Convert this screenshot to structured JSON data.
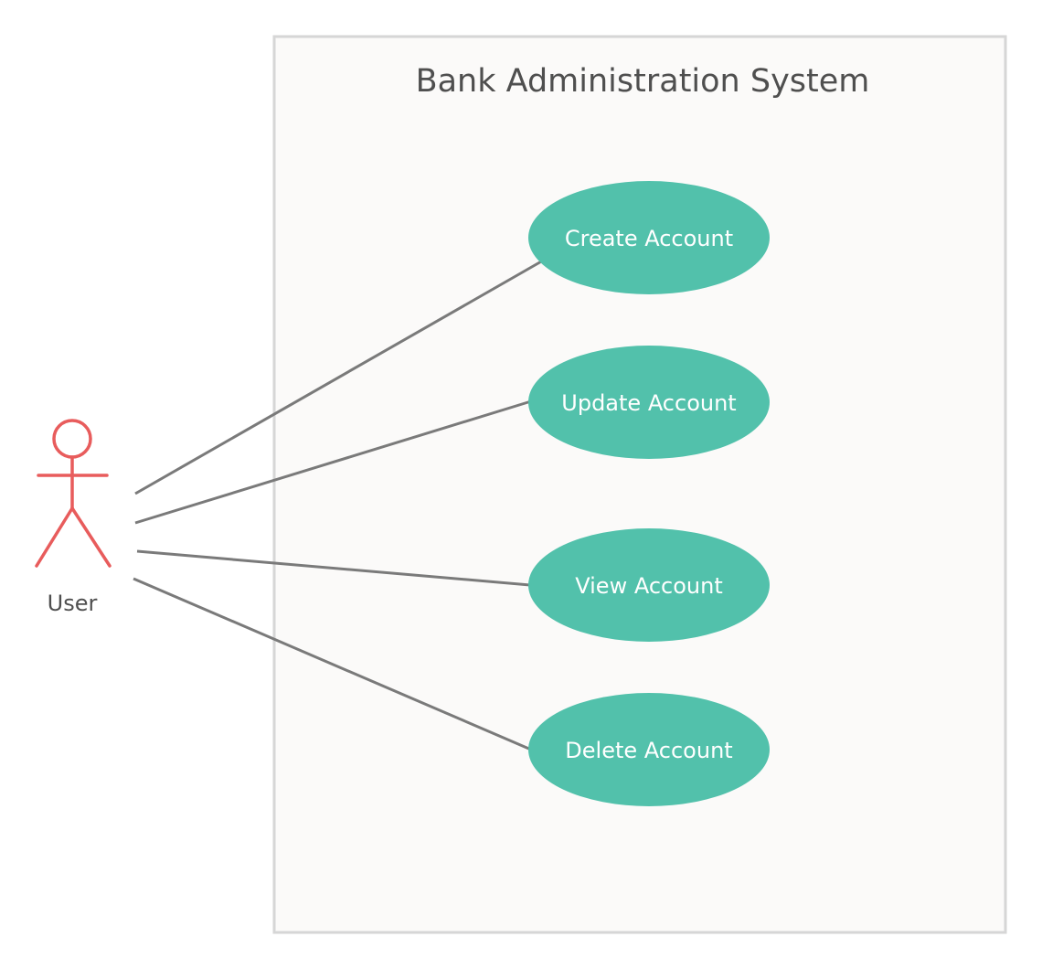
{
  "system": {
    "title": "Bank Administration System"
  },
  "actor": {
    "name": "User"
  },
  "use_cases": [
    {
      "label": "Create Account"
    },
    {
      "label": "Update Account"
    },
    {
      "label": "View Account"
    },
    {
      "label": "Delete Account"
    }
  ],
  "colors": {
    "actor": "#e85c5c",
    "use_case_fill": "#52c1ab",
    "association_line": "#7a7a7a",
    "system_fill": "#fbfaf9",
    "system_border": "#d6d6d6",
    "title_text": "#4f4f4f"
  }
}
